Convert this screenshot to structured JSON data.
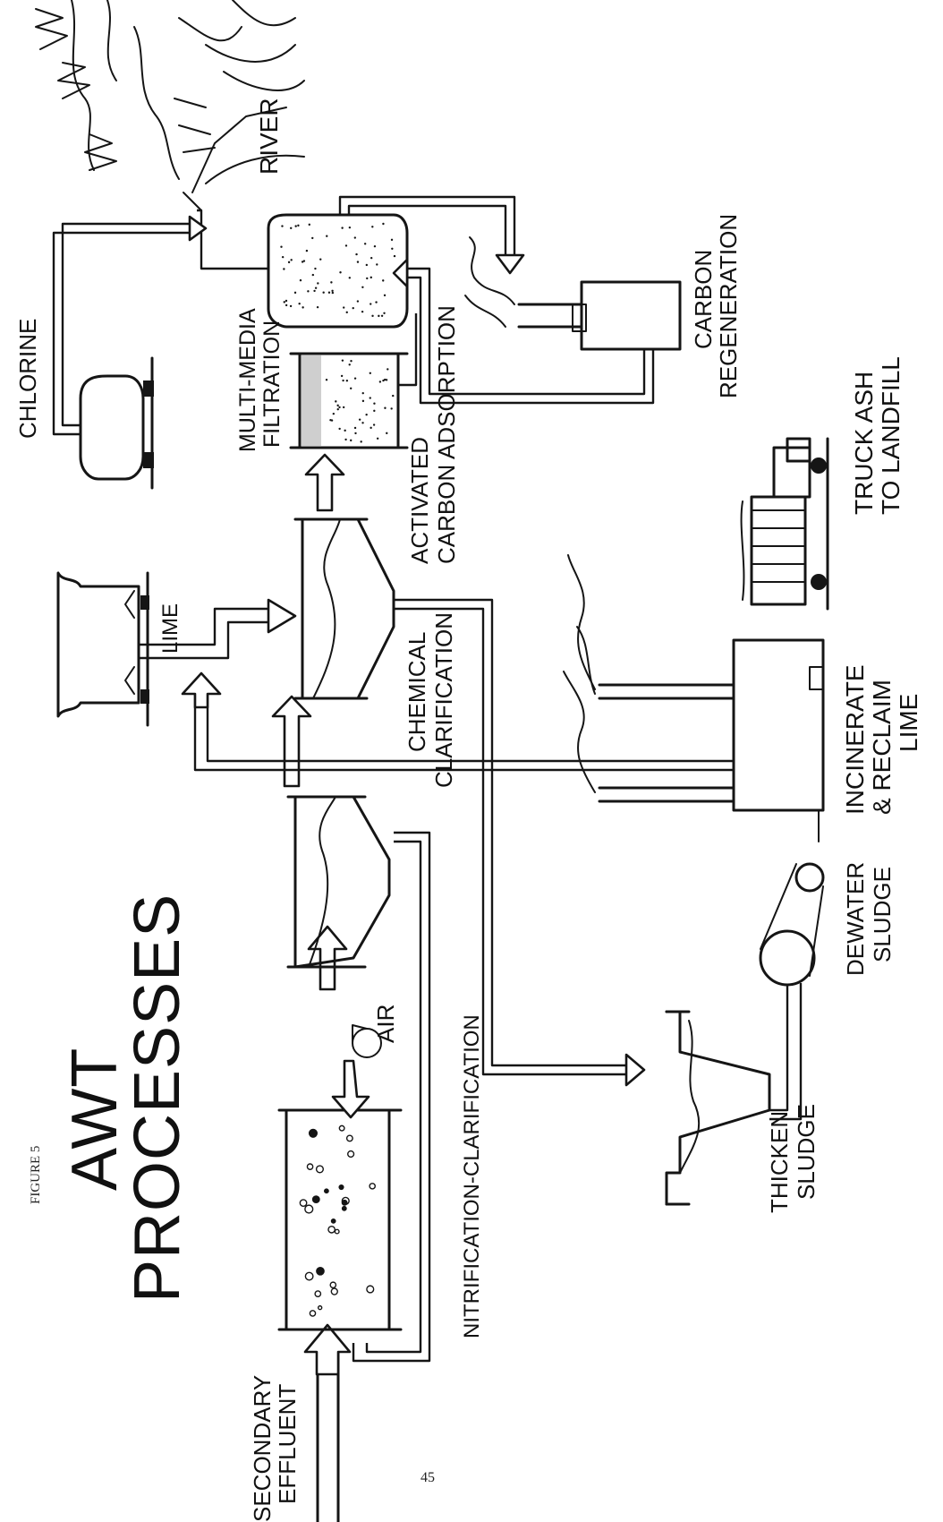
{
  "figure_label": "FIGURE 5",
  "title": {
    "line1": "AWT",
    "line2": "PROCESSES"
  },
  "labels": {
    "secondary_effluent": [
      "SECONDARY",
      "EFFLUENT"
    ],
    "nitrification_clarification": "NITRIFICATION-CLARIFICATION",
    "air": "AIR",
    "chemical_clarification": [
      "CHEMICAL",
      "CLARIFICATION"
    ],
    "lime": "LIME",
    "multi_media_filtration": [
      "MULTI-MEDIA",
      "FILTRATION"
    ],
    "activated_carbon_adsorption": [
      "ACTIVATED",
      "CARBON ADSORPTION"
    ],
    "chlorine": "CHLORINE",
    "river": "RIVER",
    "carbon_regeneration": [
      "CARBON",
      "REGENERATION"
    ],
    "truck_ash": [
      "TRUCK ASH",
      "TO LANDFILL"
    ],
    "incinerate": [
      "INCINERATE",
      "& RECLAIM",
      "LIME"
    ],
    "dewater_sludge": [
      "DEWATER",
      "SLUDGE"
    ],
    "thicken_sludge": [
      "THICKEN",
      "SLUDGE"
    ]
  },
  "page_number": "45"
}
